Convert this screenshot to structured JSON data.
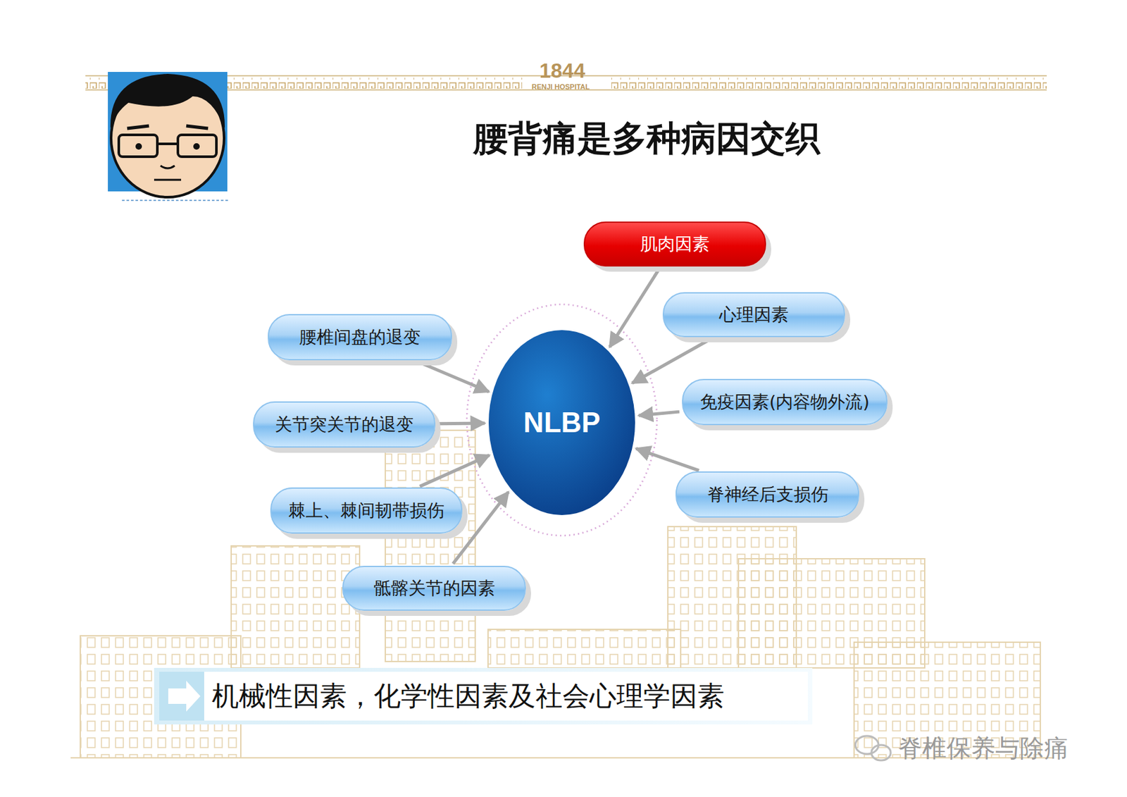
{
  "diagram": {
    "title": "腰背痛是多种病因交织",
    "caption": "机械性因素，化学性因素及社会心理学因素",
    "nodes": [
      {
        "text": [
          "肌肉因素"
        ]
      },
      {
        "text": [
          "心理因素"
        ]
      },
      {
        "text": [
          "腰椎间盘的退变"
        ]
      },
      {
        "text": [
          "免疫因素(内容物外流)"
        ]
      },
      {
        "text": [
          "NLBP"
        ]
      },
      {
        "text": [
          "关节突关节的退变"
        ]
      },
      {
        "text": [
          "脊神经后支损伤"
        ]
      },
      {
        "text": [
          "棘上、棘间韧带损伤"
        ]
      },
      {
        "text": [
          "骶髂关节的因素"
        ]
      }
    ],
    "edges": [
      {
        "from": 0,
        "to": 4,
        "arrow": "to"
      },
      {
        "from": 1,
        "to": 4,
        "arrow": "to"
      },
      {
        "from": 2,
        "to": 4,
        "arrow": "to"
      },
      {
        "from": 3,
        "to": 4,
        "arrow": "to"
      },
      {
        "from": 5,
        "to": 4,
        "arrow": "to"
      },
      {
        "from": 6,
        "to": 4,
        "arrow": "to"
      },
      {
        "from": 7,
        "to": 4,
        "arrow": "to"
      },
      {
        "from": 8,
        "to": 4,
        "arrow": "to"
      }
    ],
    "labels": [
      "1844",
      "RENJI HOSPITAL",
      "脊椎保养与除痛"
    ]
  }
}
